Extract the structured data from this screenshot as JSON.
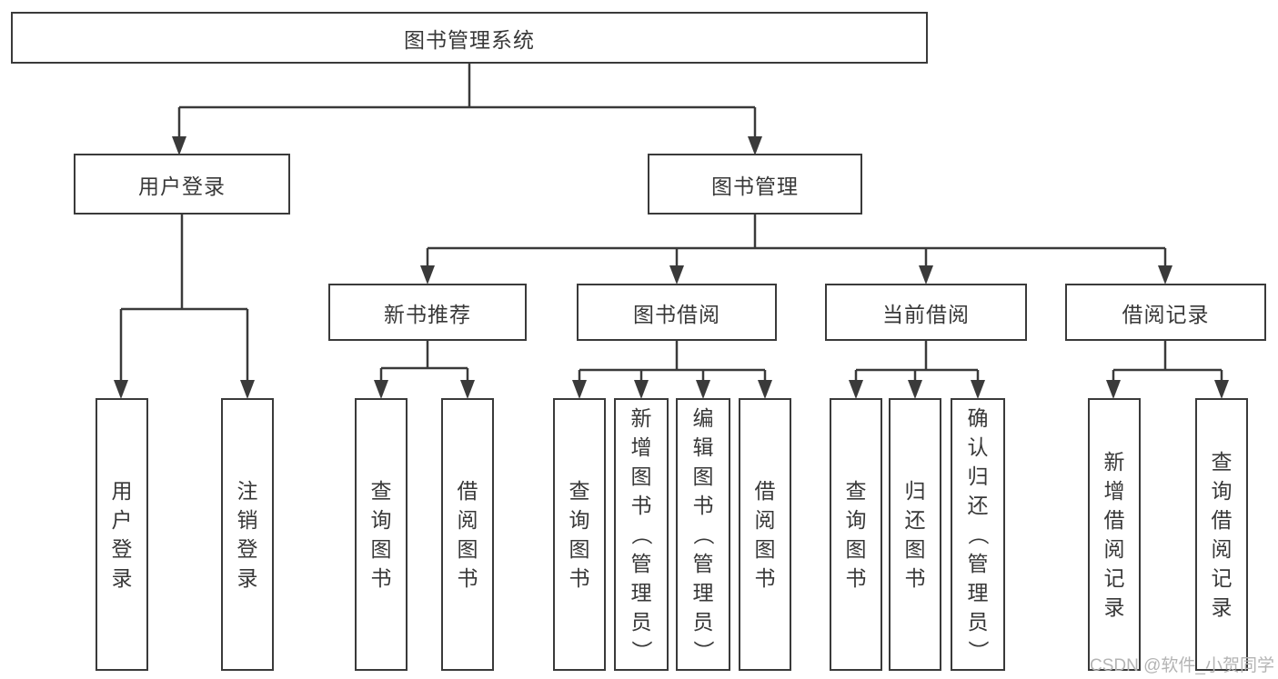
{
  "tree": {
    "label": "图书管理系统",
    "children": [
      {
        "label": "用户登录",
        "children": [
          {
            "label": "用户登录"
          },
          {
            "label": "注销登录"
          }
        ]
      },
      {
        "label": "图书管理",
        "children": [
          {
            "label": "新书推荐",
            "children": [
              {
                "label": "查询图书"
              },
              {
                "label": "借阅图书"
              }
            ]
          },
          {
            "label": "图书借阅",
            "children": [
              {
                "label": "查询图书"
              },
              {
                "label": "新增图书（管理员）"
              },
              {
                "label": "编辑图书（管理员）"
              },
              {
                "label": "借阅图书"
              }
            ]
          },
          {
            "label": "当前借阅",
            "children": [
              {
                "label": "查询图书"
              },
              {
                "label": "归还图书"
              },
              {
                "label": "确认归还（管理员）"
              }
            ]
          },
          {
            "label": "借阅记录",
            "children": [
              {
                "label": "新增借阅记录"
              },
              {
                "label": "查询借阅记录"
              }
            ]
          }
        ]
      }
    ]
  },
  "watermark": "CSDN @软件_小贺同学",
  "colors": {
    "line": "#3a3a3a",
    "text": "#383838",
    "box_background": "#ffffff",
    "watermark": "#b4b4b4",
    "page_background": "#ffffff"
  }
}
